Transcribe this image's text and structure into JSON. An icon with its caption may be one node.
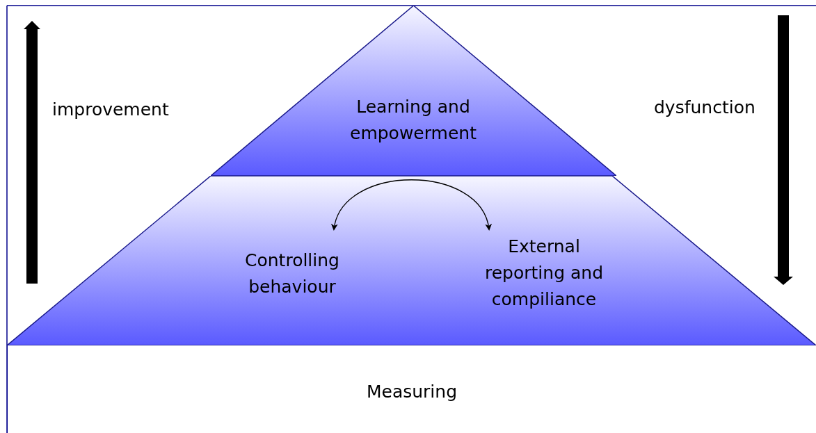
{
  "diagram": {
    "nodes": [
      {
        "text": [
          "Learning and empowerment"
        ]
      },
      {
        "text": [],
        "shape": "trapezoid"
      },
      {
        "text": [
          "Controlling behaviour"
        ],
        "in": 1
      },
      {
        "text": [
          "External reporting and compiliance"
        ],
        "in": 1
      },
      {
        "text": [
          "Measuring"
        ]
      }
    ],
    "edges": [
      {
        "from": 2,
        "to": 3,
        "arrow": "both"
      }
    ],
    "labels": [
      "improvement",
      "dysfunction"
    ]
  }
}
